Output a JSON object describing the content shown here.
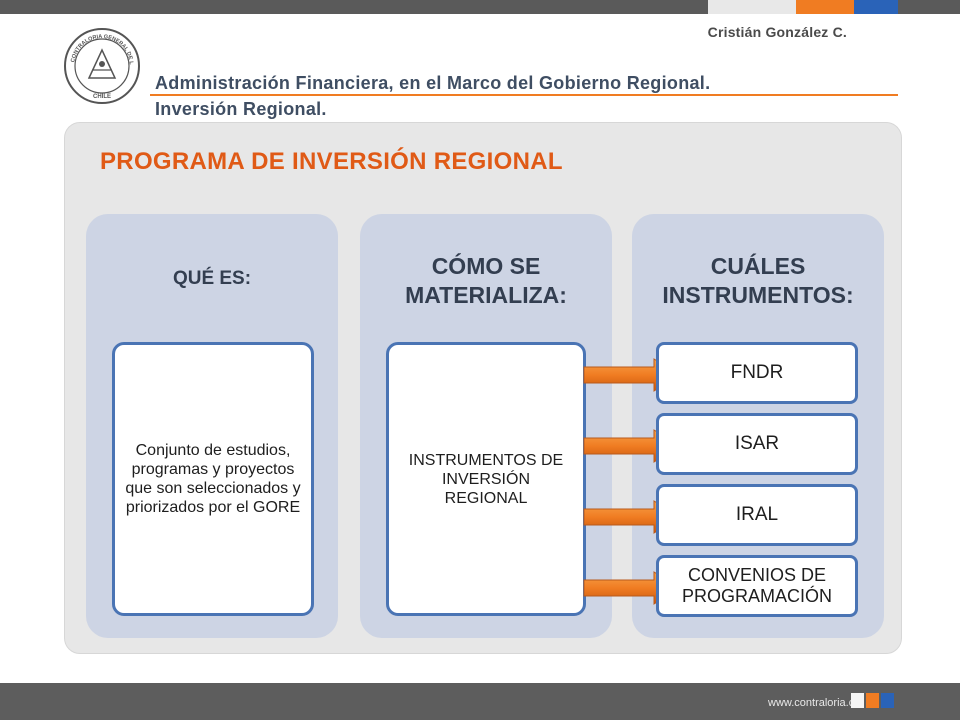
{
  "header": {
    "author": "Cristián González C.",
    "title_line1": "Administración Financiera, en el Marco del Gobierno Regional.",
    "title_line2": "Inversión Regional.",
    "logo_text": "CONTRALORIA GENERAL DE LA REPUBLICA · CHILE"
  },
  "section_title": "PROGRAMA DE INVERSIÓN REGIONAL",
  "columns": [
    {
      "header": "QUÉ ES:",
      "card": "Conjunto de estudios, programas y proyectos que son seleccionados y priorizados por el GORE"
    },
    {
      "header_line1": "CÓMO SE",
      "header_line2": "MATERIALIZA:",
      "card": "INSTRUMENTOS DE INVERSIÓN REGIONAL"
    },
    {
      "header_line1": "CUÁLES",
      "header_line2": "INSTRUMENTOS:",
      "instruments": [
        "FNDR",
        "ISAR",
        "IRAL",
        "CONVENIOS DE PROGRAMACIÓN"
      ]
    }
  ],
  "footer": {
    "url": "www.contraloria.cl"
  },
  "colors": {
    "accent_orange": "#f07c22",
    "accent_blue": "#2a63b8",
    "section_title": "#e05a16",
    "column_bg": "#cdd4e4",
    "card_border": "#4a74b4"
  }
}
